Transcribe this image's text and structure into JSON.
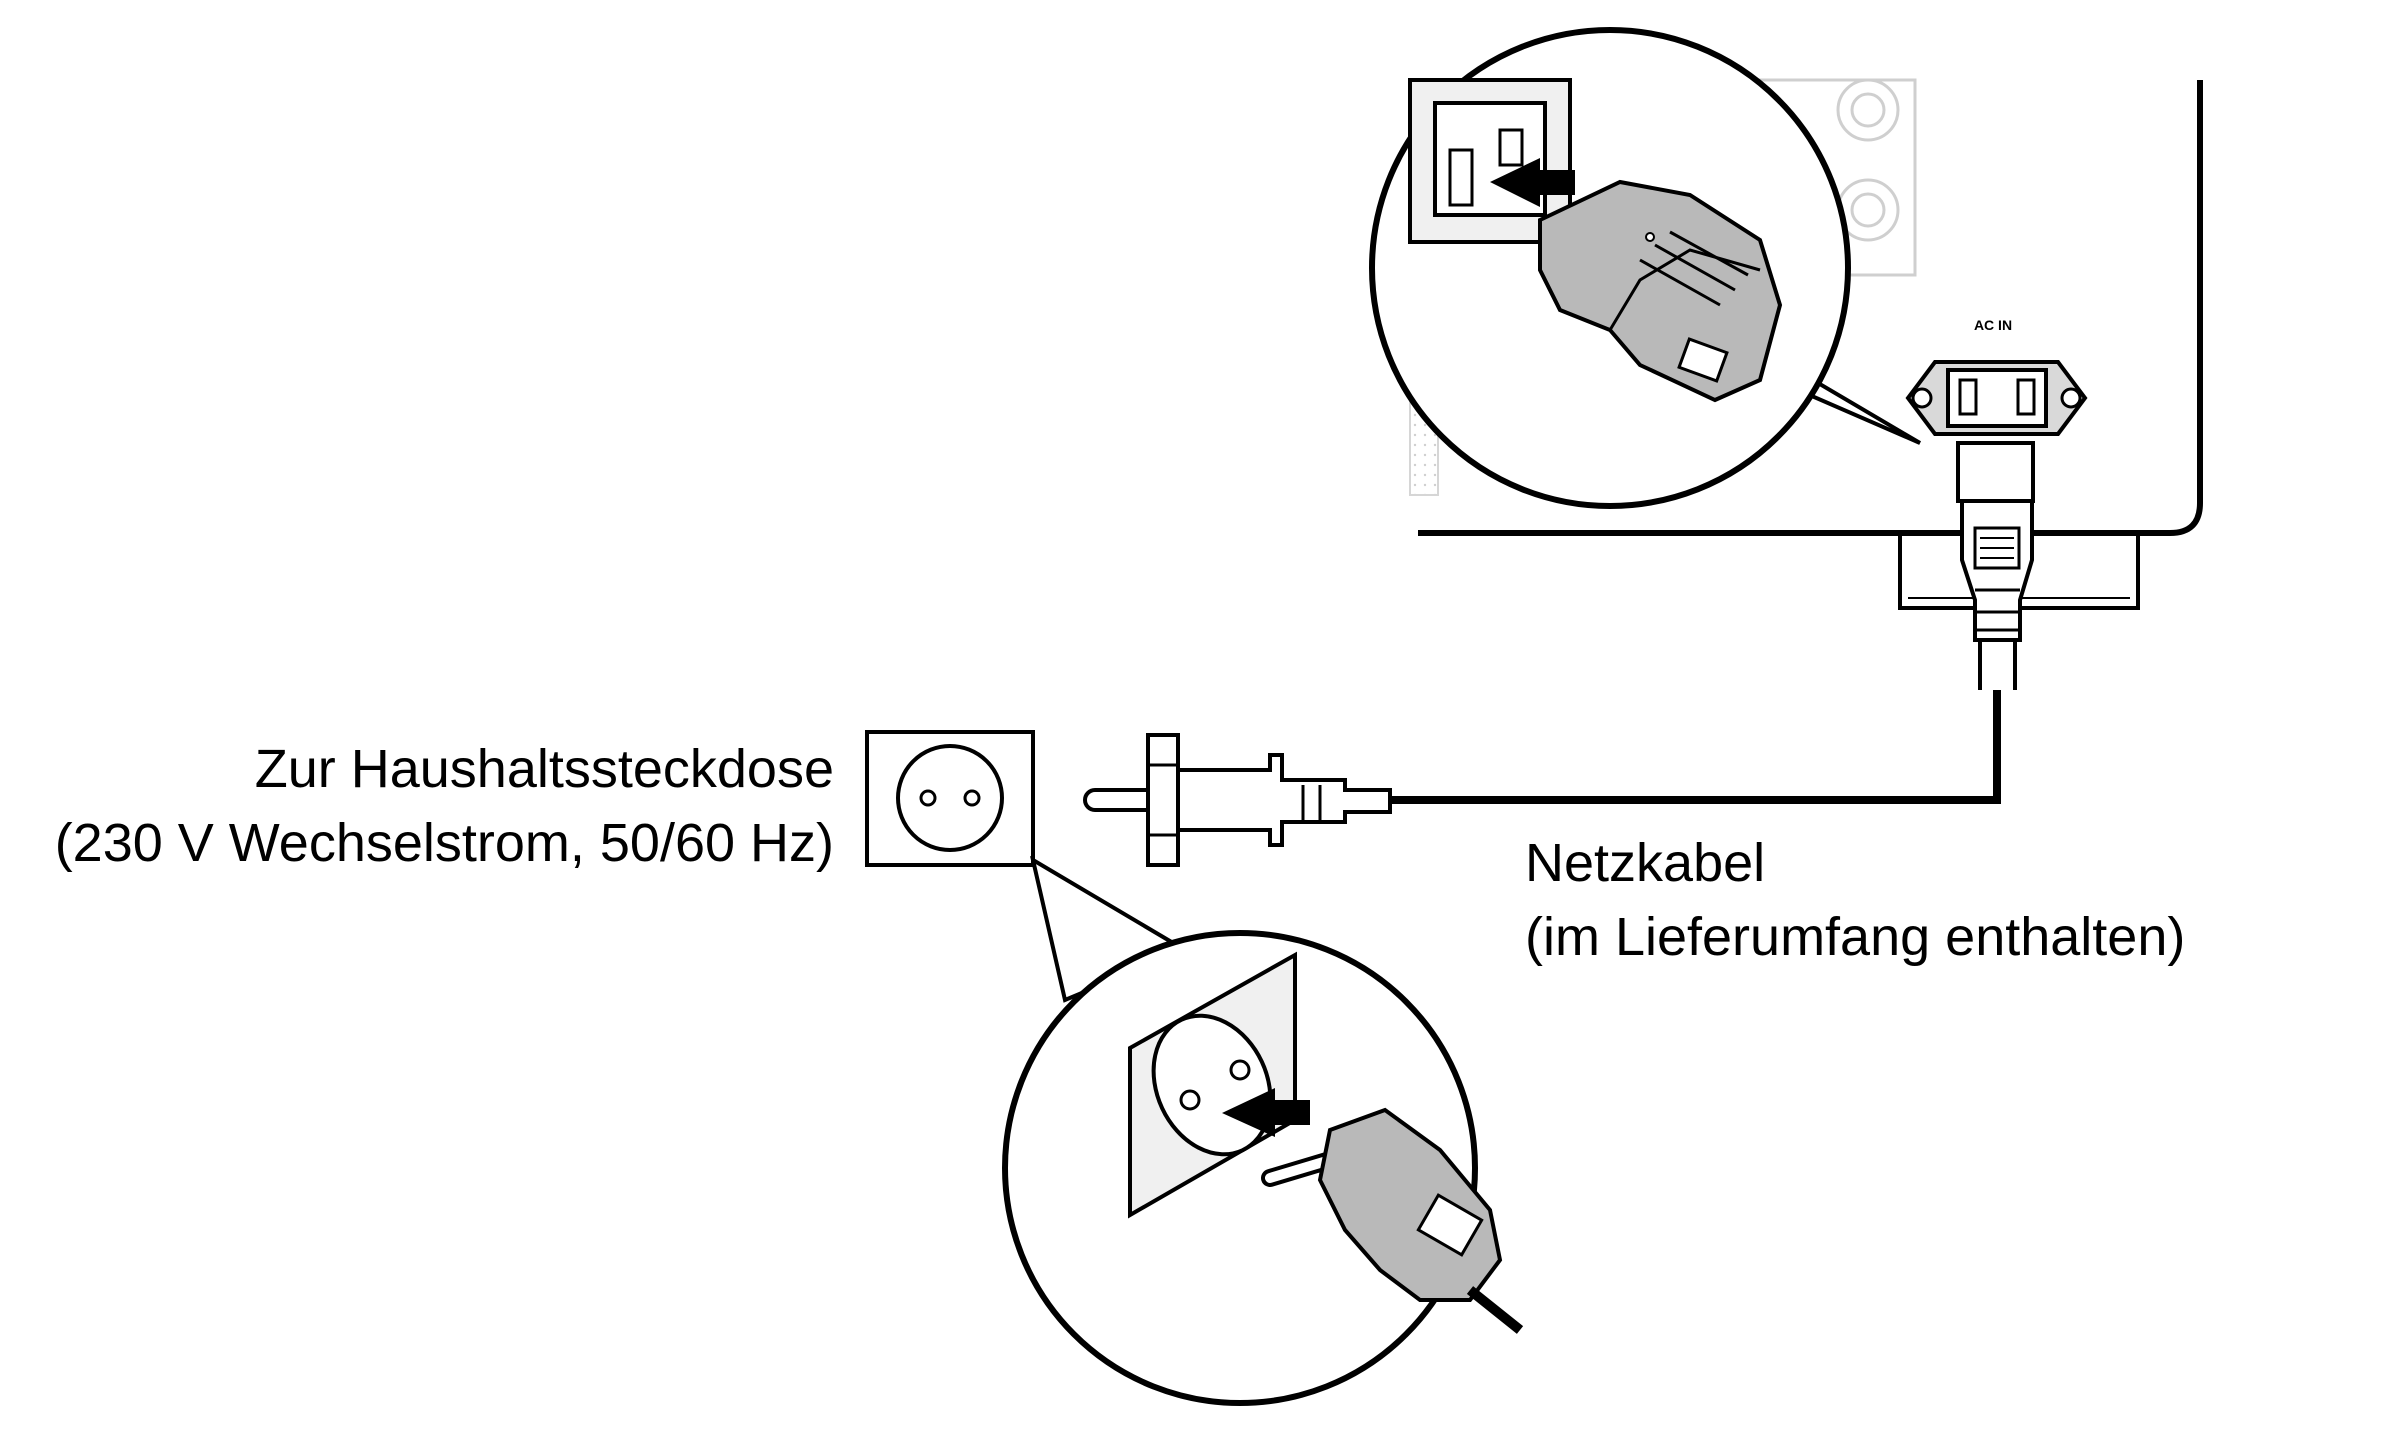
{
  "labels": {
    "outlet_line1": "Zur Haushaltssteckdose",
    "outlet_line2": "(230 V Wechselstrom, 50/60 Hz)",
    "cable_line1": "Netzkabel",
    "cable_line2": "(im Lieferumfang enthalten)",
    "ac_in": "AC IN"
  },
  "colors": {
    "line": "#000000",
    "plug_fill": "#b9b9b9",
    "panel_fill": "#f0f0f0",
    "background": "#ffffff"
  },
  "icons": [
    "wall-outlet-icon",
    "euro-plug-icon",
    "iec-c7-plug-icon",
    "ac-inlet-icon",
    "insert-arrow-icon"
  ]
}
